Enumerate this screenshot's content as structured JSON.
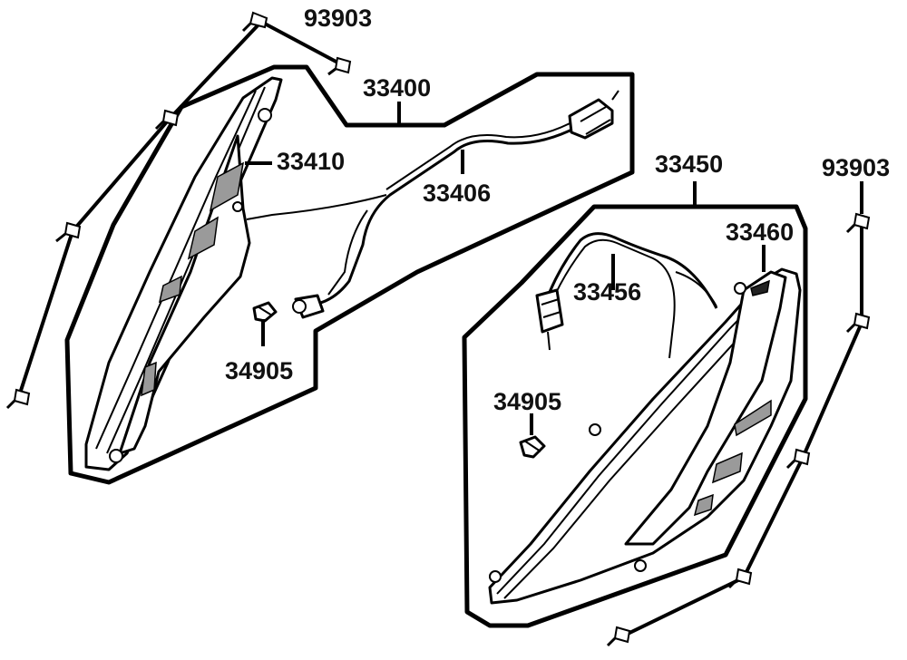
{
  "diagram": {
    "labels": {
      "screw_top_left": "93903",
      "front_left_assembly": "33400",
      "left_lens": "33410",
      "left_harness": "33406",
      "left_bulb": "34905",
      "front_right_assembly": "33450",
      "screw_right": "93903",
      "right_lens": "33460",
      "right_harness": "33456",
      "right_bulb": "34905"
    }
  }
}
